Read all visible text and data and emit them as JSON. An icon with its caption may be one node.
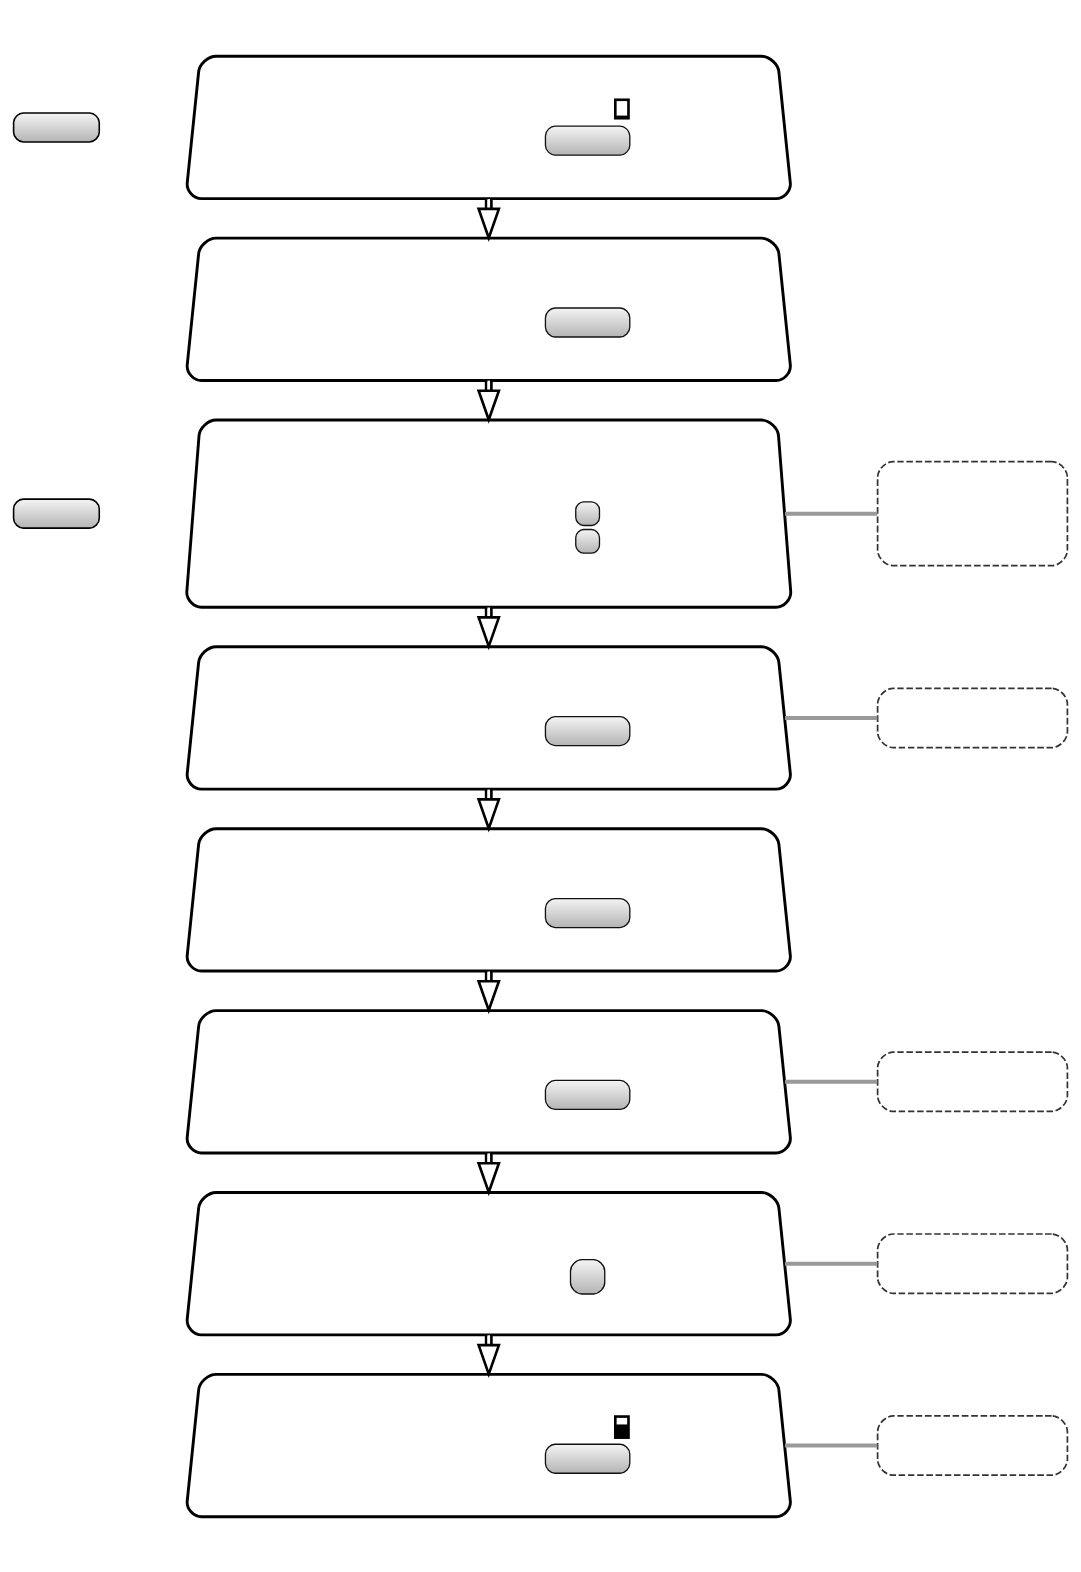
{
  "diagram": {
    "nodes": [
      {
        "text": [],
        "shape": "button"
      },
      {
        "text": [],
        "shape": "button"
      },
      {
        "text": [],
        "shape": "picture"
      },
      {
        "text": [],
        "shape": "picture"
      },
      {
        "text": [],
        "shape": "picture"
      },
      {
        "text": [],
        "shape": "box"
      },
      {
        "text": [],
        "shape": "picture"
      },
      {
        "text": [],
        "shape": "box"
      },
      {
        "text": [],
        "shape": "picture"
      },
      {
        "text": [],
        "shape": "picture"
      },
      {
        "text": [],
        "shape": "box"
      },
      {
        "text": [],
        "shape": "picture"
      },
      {
        "text": [],
        "shape": "box"
      },
      {
        "text": [],
        "shape": "picture"
      },
      {
        "text": [],
        "shape": "box"
      }
    ],
    "edges": [
      {
        "from": 2,
        "to": 3,
        "arrow": "to"
      },
      {
        "from": 3,
        "to": 4,
        "arrow": "to"
      },
      {
        "from": 4,
        "to": 5,
        "arrow": "none",
        "color": "#999999"
      },
      {
        "from": 4,
        "to": 6,
        "arrow": "to"
      },
      {
        "from": 6,
        "to": 7,
        "arrow": "none",
        "color": "#999999"
      },
      {
        "from": 6,
        "to": 8,
        "arrow": "to"
      },
      {
        "from": 8,
        "to": 9,
        "arrow": "to"
      },
      {
        "from": 9,
        "to": 10,
        "arrow": "none",
        "color": "#999999"
      },
      {
        "from": 9,
        "to": 11,
        "arrow": "to"
      },
      {
        "from": 11,
        "to": 12,
        "arrow": "none",
        "color": "#999999"
      },
      {
        "from": 11,
        "to": 13,
        "arrow": "to"
      },
      {
        "from": 13,
        "to": 14,
        "arrow": "none",
        "color": "#999999"
      }
    ]
  }
}
